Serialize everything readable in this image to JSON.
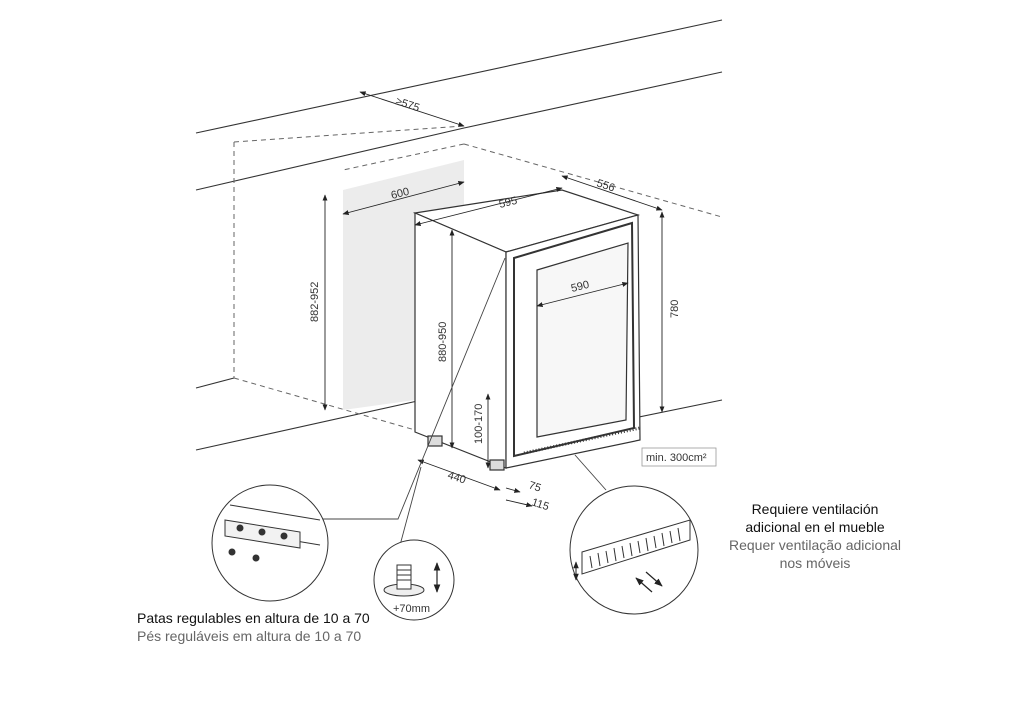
{
  "dimensions": {
    "niche_depth": "≥575",
    "niche_width": "600",
    "niche_height": "882-952",
    "unit_width": "595",
    "unit_depth": "556",
    "unit_height": "780",
    "glass_width": "590",
    "unit_height_with_legs": "880-950",
    "plinth_height": "100-170",
    "plinth_depth": "440",
    "bottom_75": "75",
    "bottom_115": "115",
    "ventilation_area": "min. 300cm²",
    "leg_extension": "+70mm"
  },
  "notes": {
    "legs_es": "Patas regulables en altura de 10 a 70",
    "legs_pt": "Pés reguláveis em altura de 10 a 70",
    "vent_es_1": "Requiere ventilación",
    "vent_es_2": "adicional en el mueble",
    "vent_pt_1": "Requer ventilação adicional",
    "vent_pt_2": "nos móveis"
  }
}
